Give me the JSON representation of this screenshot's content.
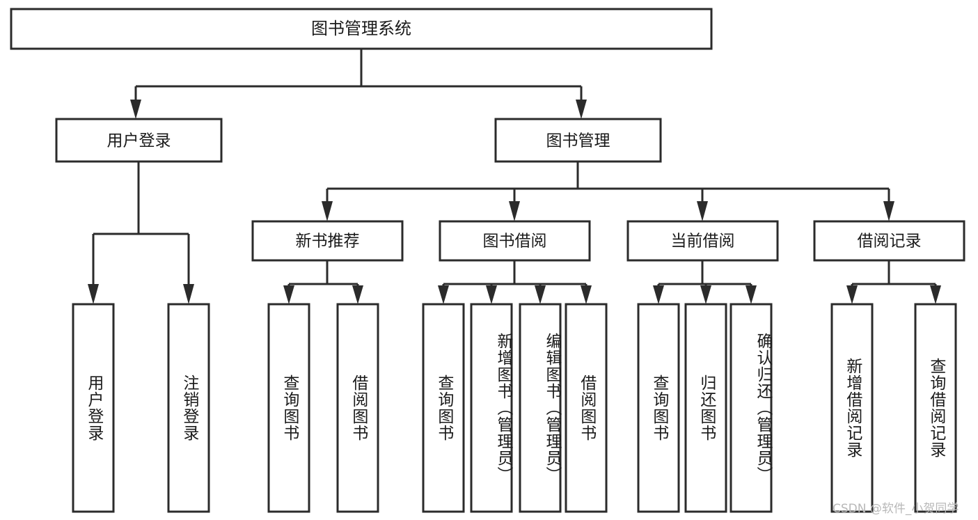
{
  "diagram": {
    "type": "tree-hierarchy",
    "title": "图书管理系统",
    "root": {
      "label": "图书管理系统",
      "orientation": "horizontal"
    },
    "level2": [
      {
        "label": "用户登录",
        "orientation": "horizontal"
      },
      {
        "label": "图书管理",
        "orientation": "horizontal"
      }
    ],
    "level3": [
      {
        "label": "新书推荐",
        "orientation": "horizontal"
      },
      {
        "label": "图书借阅",
        "orientation": "horizontal"
      },
      {
        "label": "当前借阅",
        "orientation": "horizontal"
      },
      {
        "label": "借阅记录",
        "orientation": "horizontal"
      }
    ],
    "leaves_login": [
      {
        "label": "用户登录",
        "orientation": "vertical"
      },
      {
        "label": "注销登录",
        "orientation": "vertical"
      }
    ],
    "leaves_newbook": [
      {
        "label": "查询图书",
        "orientation": "vertical"
      },
      {
        "label": "借阅图书",
        "orientation": "vertical"
      }
    ],
    "leaves_borrow": [
      {
        "label": "查询图书",
        "orientation": "vertical"
      },
      {
        "label": "新增图书（管理员）",
        "orientation": "vertical"
      },
      {
        "label": "编辑图书（管理员）",
        "orientation": "vertical"
      },
      {
        "label": "借阅图书",
        "orientation": "vertical"
      }
    ],
    "leaves_current": [
      {
        "label": "查询图书",
        "orientation": "vertical"
      },
      {
        "label": "归还图书",
        "orientation": "vertical"
      },
      {
        "label": "确认归还（管理员）",
        "orientation": "vertical"
      }
    ],
    "leaves_records": [
      {
        "label": "新增借阅记录",
        "orientation": "vertical"
      },
      {
        "label": "查询借阅记录",
        "orientation": "vertical"
      }
    ]
  },
  "watermark": {
    "text": "CSDN @软件_小贺同学"
  },
  "colors": {
    "background": "#ffffff",
    "box_fill": "#ffffff",
    "stroke": "#2b2b2b",
    "text": "#1a1a1a",
    "watermark": "#b8b8b8"
  }
}
